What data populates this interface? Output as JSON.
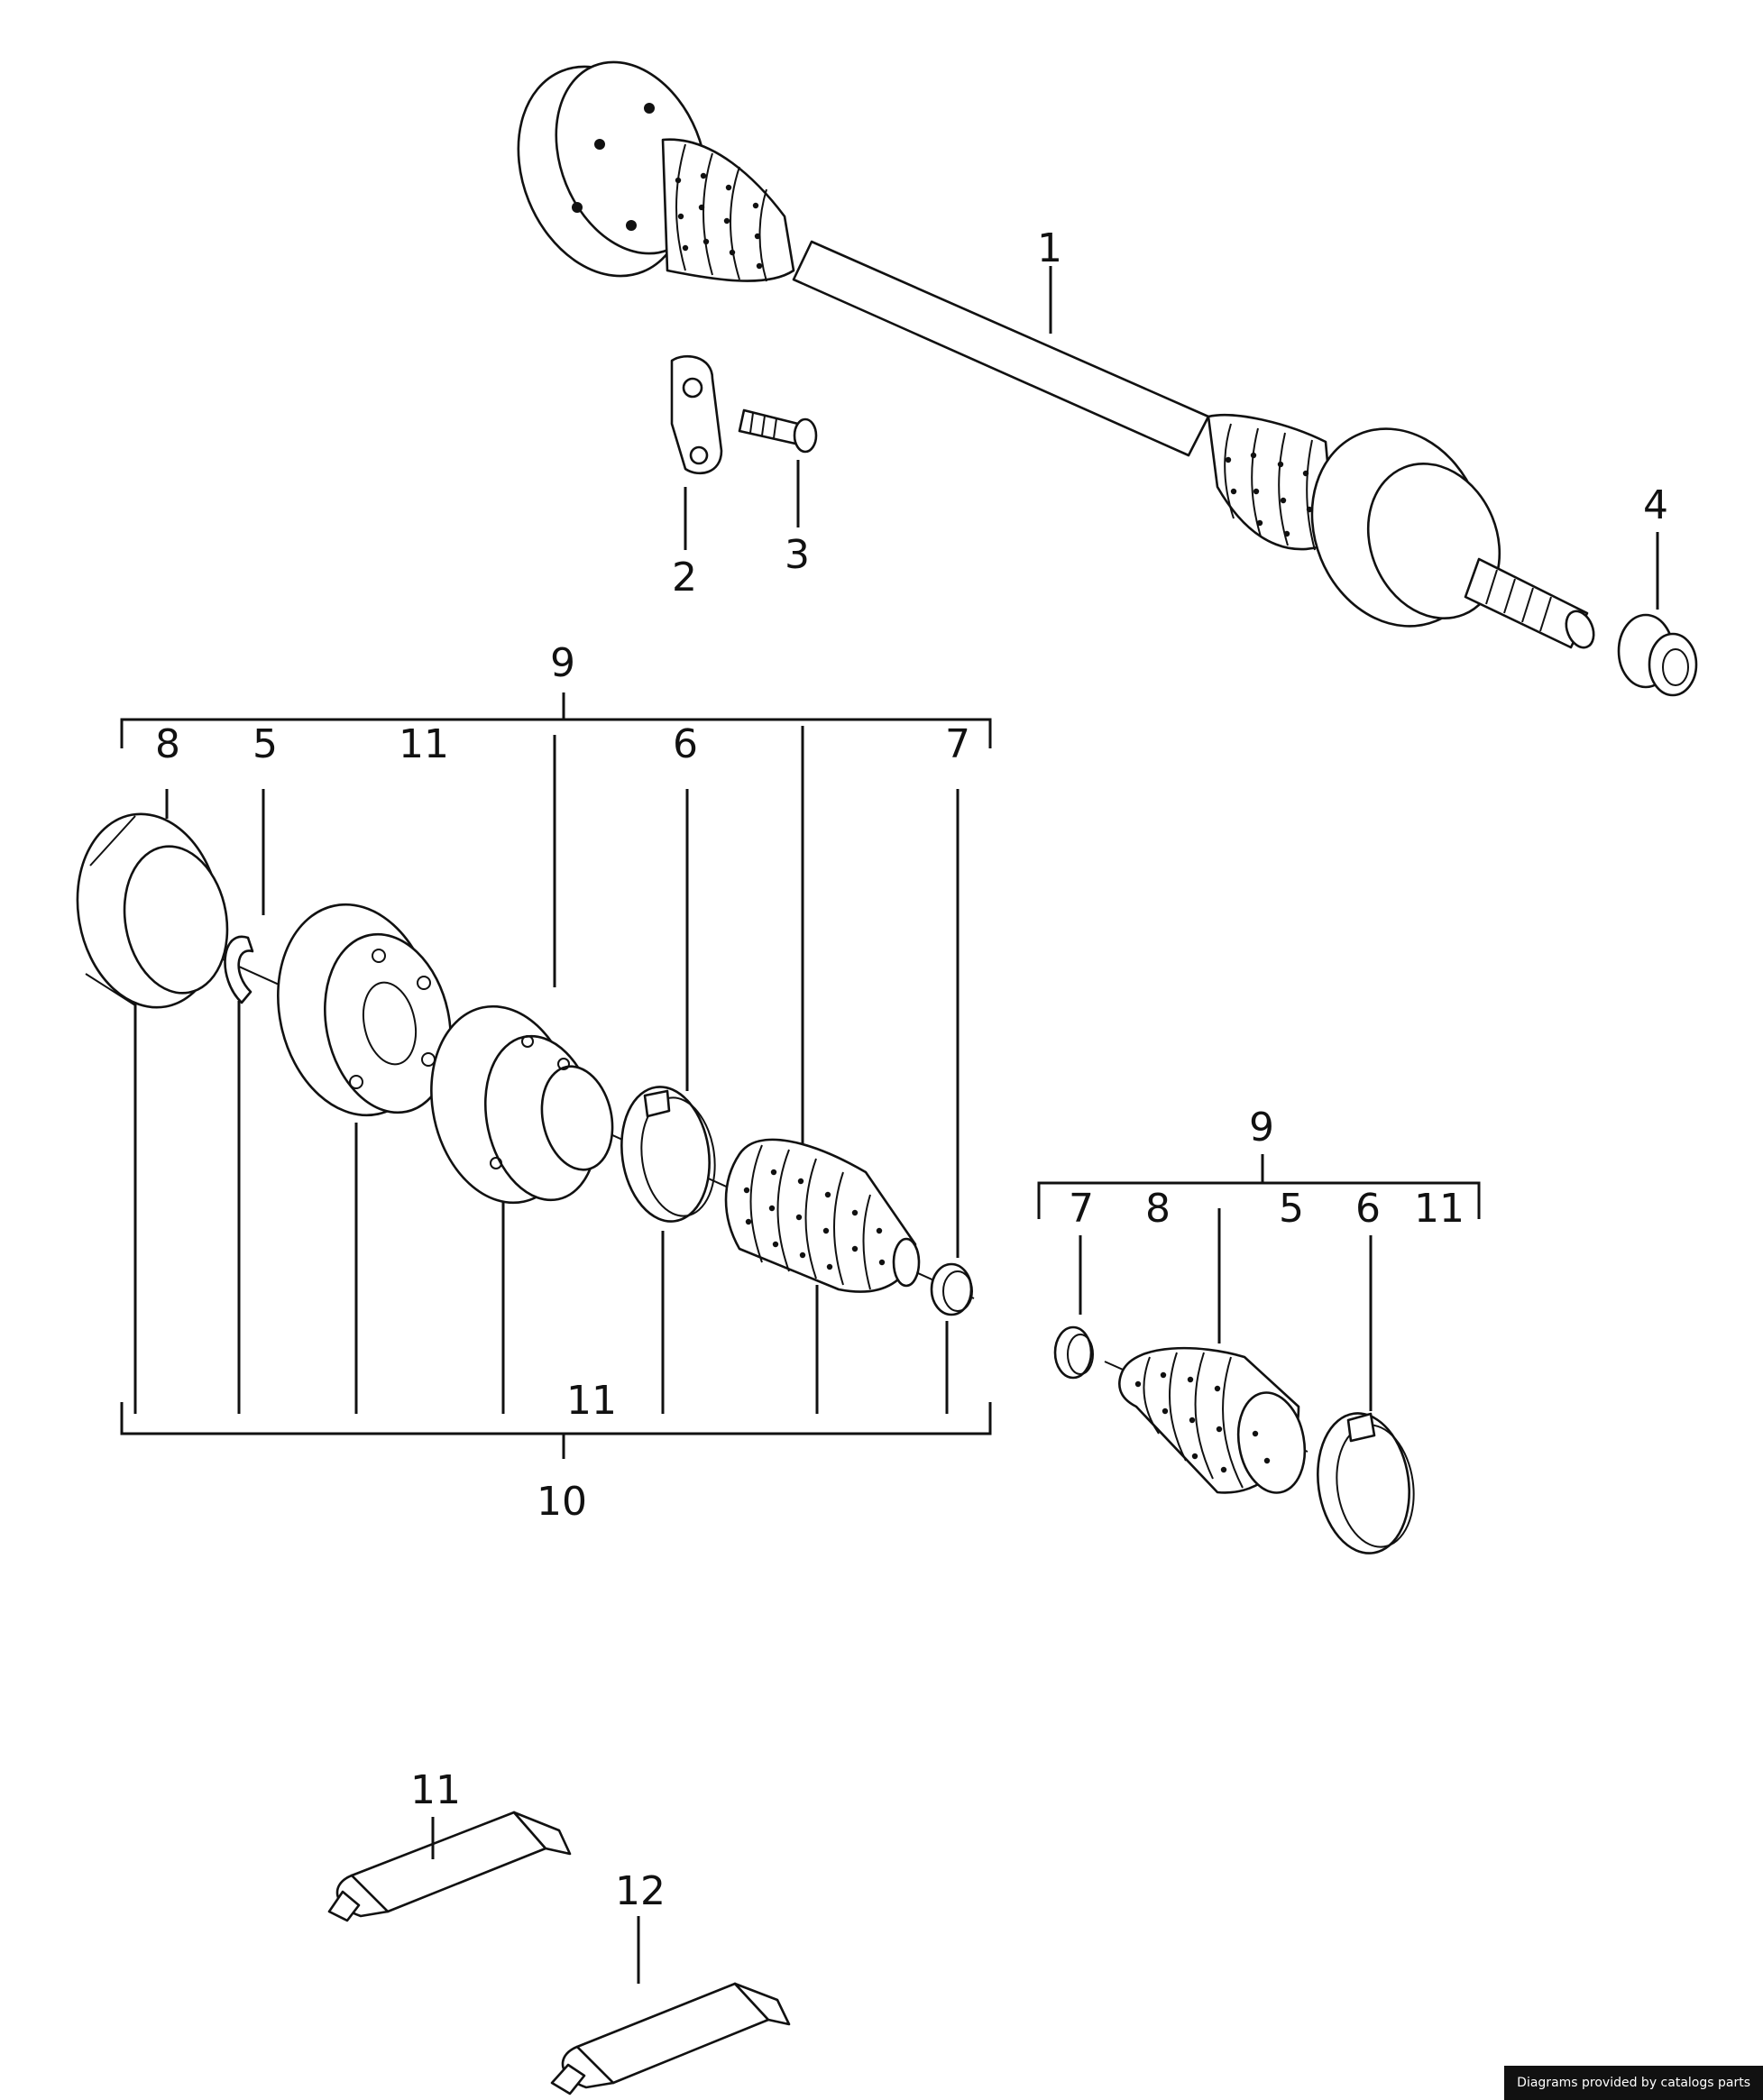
{
  "callouts": {
    "c1": "1",
    "c2": "2",
    "c3": "3",
    "c4": "4",
    "group_left_9": "9",
    "group_left_8": "8",
    "group_left_5": "5",
    "group_left_11": "11",
    "group_left_6": "6",
    "group_left_7": "7",
    "group_left_bottom_11": "11",
    "group_left_10": "10",
    "group_right_9": "9",
    "group_right_7": "7",
    "group_right_8": "8",
    "group_right_5": "5",
    "group_right_6": "6",
    "group_right_11": "11",
    "tube_11": "11",
    "tube_12": "12"
  },
  "footer": {
    "credit": "Diagrams provided by catalogs parts"
  },
  "colors": {
    "line": "#111111",
    "background": "#ffffff",
    "credit_bg": "#111111",
    "credit_text": "#ffffff"
  }
}
